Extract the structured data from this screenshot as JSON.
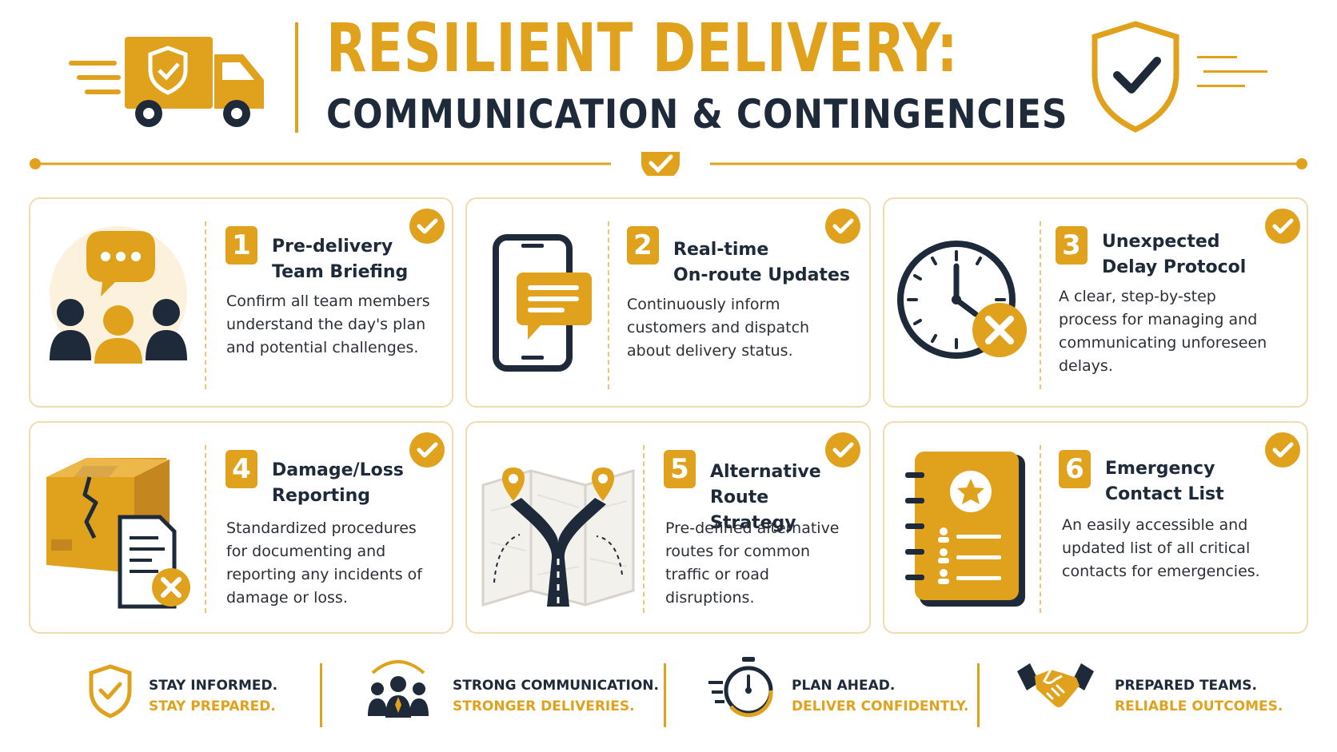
{
  "header": {
    "title_line1": "RESILIENT DELIVERY:",
    "title_line2": "COMMUNICATION & CONTINGENCIES"
  },
  "colors": {
    "accent": "#e0a21c",
    "navy": "#1e2a3a",
    "card_border": "#f1dcb0"
  },
  "cards": [
    {
      "number": "1",
      "title_line1": "Pre-delivery",
      "title_line2": "Team Briefing",
      "desc_lines": [
        "Confirm all team members",
        "understand the day's plan",
        "and potential challenges."
      ],
      "icon": "team-chat-icon"
    },
    {
      "number": "2",
      "title_line1": "Real-time",
      "title_line2": "On-route Updates",
      "desc_lines": [
        "Continuously inform",
        "customers and dispatch",
        "about delivery status."
      ],
      "icon": "phone-message-icon"
    },
    {
      "number": "3",
      "title_line1": "Unexpected",
      "title_line2": "Delay Protocol",
      "desc_lines": [
        "A clear, step-by-step",
        "process for managing and",
        "communicating unforeseen",
        "delays."
      ],
      "icon": "clock-cancel-icon"
    },
    {
      "number": "4",
      "title_line1": "Damage/Loss",
      "title_line2": "Reporting",
      "desc_lines": [
        "Standardized procedures",
        "for documenting and",
        "reporting any incidents of",
        "damage or loss."
      ],
      "icon": "damaged-box-icon"
    },
    {
      "number": "5",
      "title_line1": "Alternative Route",
      "title_line2": "Strategy",
      "desc_lines": [
        "Pre-defined alternative",
        "routes for common",
        "traffic or road",
        "disruptions."
      ],
      "icon": "route-map-icon"
    },
    {
      "number": "6",
      "title_line1": "Emergency",
      "title_line2": "Contact List",
      "desc_lines": [
        "An easily accessible and",
        "updated list of all critical",
        "contacts for emergencies."
      ],
      "icon": "contact-book-icon"
    }
  ],
  "footer": [
    {
      "line1": "STAY INFORMED.",
      "line2": "STAY PREPARED.",
      "icon": "shield-check-icon"
    },
    {
      "line1": "STRONG COMMUNICATION.",
      "line2": "STRONGER DELIVERIES.",
      "icon": "team-icon"
    },
    {
      "line1": "PLAN AHEAD.",
      "line2": "DELIVER CONFIDENTLY.",
      "icon": "stopwatch-icon"
    },
    {
      "line1": "PREPARED TEAMS.",
      "line2": "RELIABLE OUTCOMES.",
      "icon": "handshake-icon"
    }
  ]
}
